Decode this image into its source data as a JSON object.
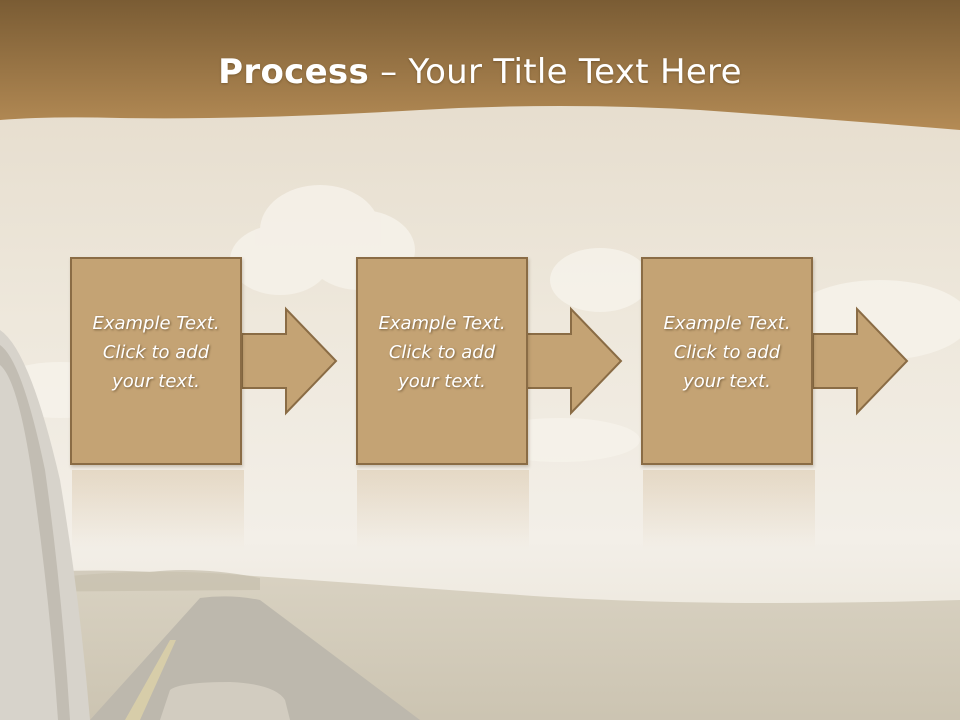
{
  "slide": {
    "title_bold": "Process",
    "title_rest": " – Your Title Text Here",
    "steps": [
      {
        "text": "Example Text.\nClick  to add\nyour text."
      },
      {
        "text": "Example Text.\nClick  to add\nyour text."
      },
      {
        "text": "Example Text.\nClick  to add\nyour text."
      }
    ]
  },
  "colors": {
    "banner": "#9e7a48",
    "box_fill": "#c4a374",
    "box_border": "#8a6c45",
    "text": "#ffffff"
  }
}
